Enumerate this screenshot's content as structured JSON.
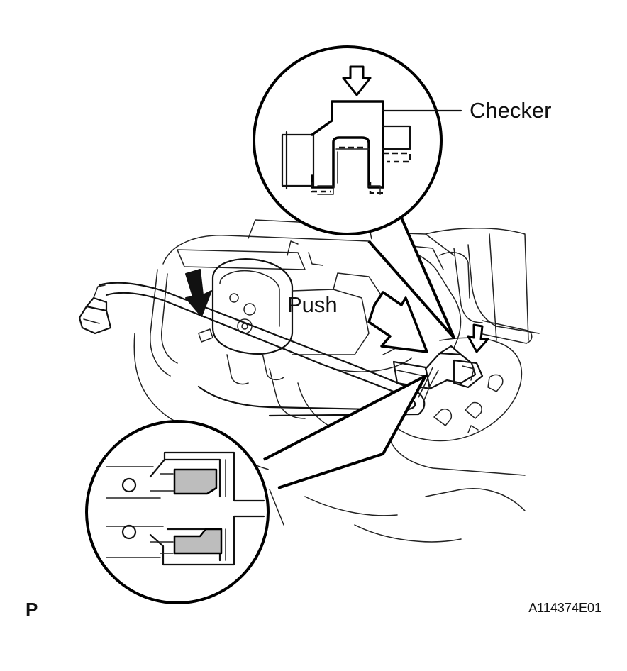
{
  "labels": {
    "checker": "Checker",
    "push": "Push",
    "page_marker": "P",
    "figure_code": "A114374E01"
  },
  "colors": {
    "line": "#111111",
    "fill_gray": "#bdbdbd",
    "background": "#ffffff"
  },
  "icons": [
    "down-arrow-icon",
    "push-arrow-icon"
  ]
}
